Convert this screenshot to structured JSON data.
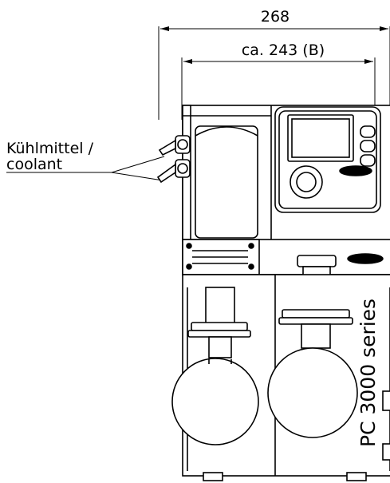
{
  "dimensions": {
    "overall_width": "268",
    "inner_width": "ca. 243 (B)"
  },
  "coolant_label": {
    "line1": "Kühlmittel /",
    "line2": "coolant"
  },
  "product": {
    "series_text": "PC 3000 series"
  },
  "colors": {
    "line": "#000000",
    "background": "#ffffff"
  }
}
